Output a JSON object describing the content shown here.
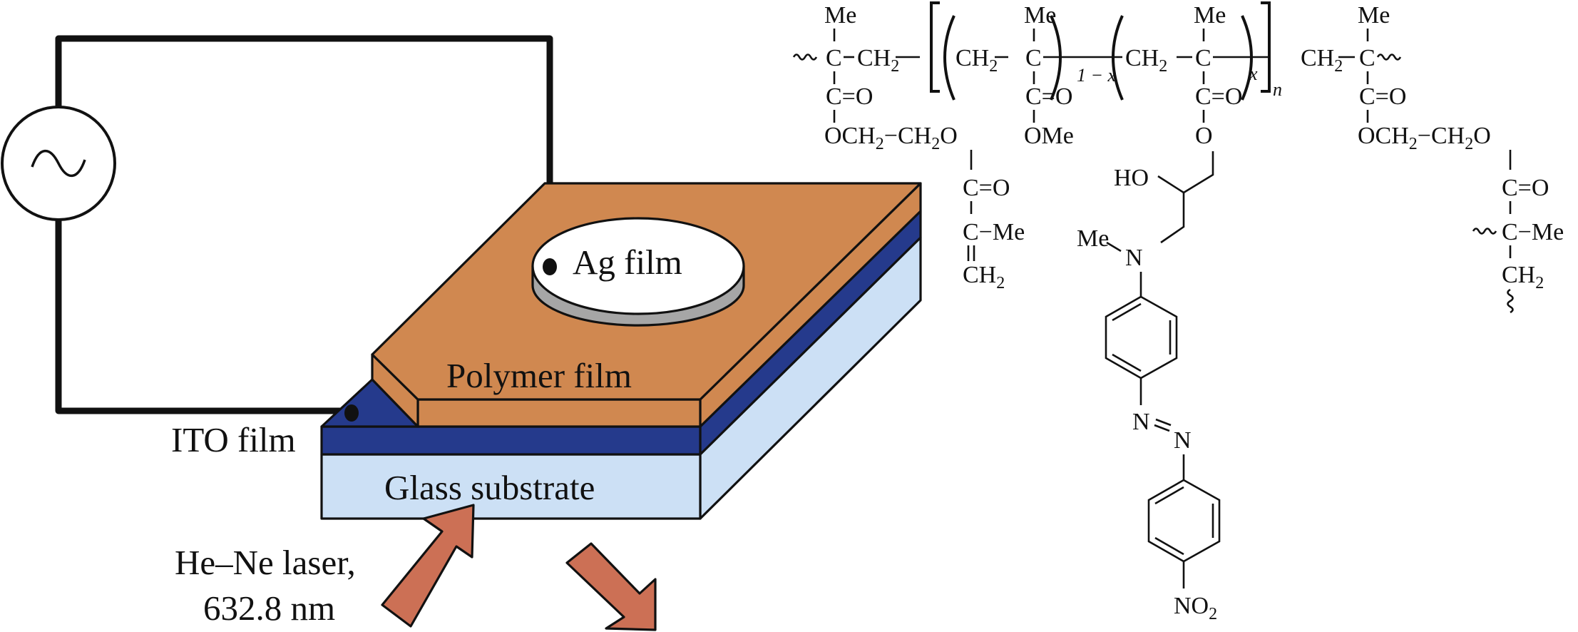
{
  "figure": {
    "device": {
      "labels": {
        "ag_film": "Ag film",
        "polymer_film": "Polymer film",
        "ito_film": "ITO film",
        "glass_substrate": "Glass substrate",
        "laser_line1": "He–Ne laser,",
        "laser_line2": "632.8 nm"
      },
      "source_symbol": "ac-voltage-source",
      "colors": {
        "polymer": "#D08850",
        "ito": "#253A8C",
        "glass": "#CCE0F5",
        "ag_top": "#FFFFFF",
        "ag_side": "#A6A6A6",
        "arrow": "#CC7055"
      }
    },
    "structure": {
      "me": "Me",
      "c": "C",
      "ch2": "CH",
      "two": "2",
      "co": "C=O",
      "ome": "OMe",
      "o": "O",
      "och2": "OCH",
      "ch2o": "CH",
      "ho": "HO",
      "n": "N",
      "no2": "NO",
      "sub_1mx": "1 − x",
      "sub_x": "x",
      "sub_n": "n",
      "c_me": "C−Me",
      "dash": "−"
    }
  }
}
